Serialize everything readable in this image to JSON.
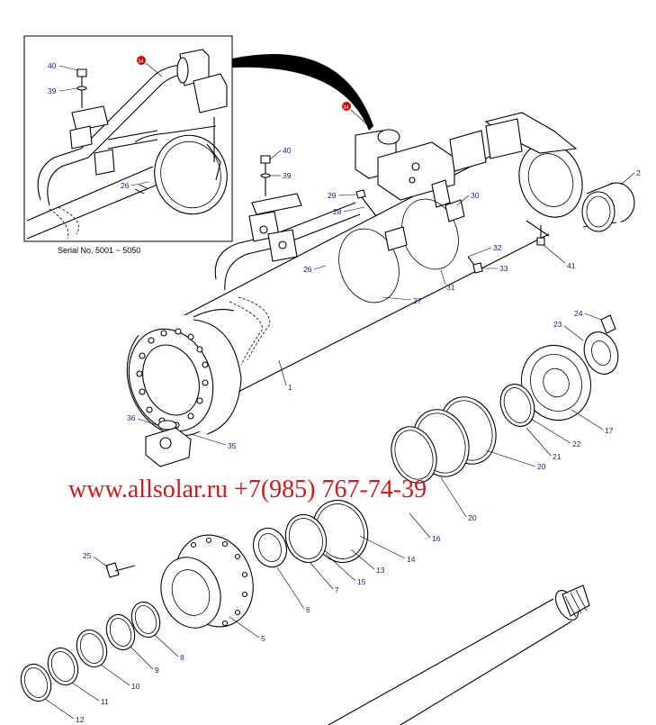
{
  "inset": {
    "caption": "Serial No. 5001 ~ 5050",
    "labels": {
      "l40": "40",
      "l39": "39",
      "l34": "34",
      "l26": "26"
    }
  },
  "main_labels": {
    "l34": "34",
    "l40": "40",
    "l39": "39",
    "l29": "29",
    "l28": "28",
    "l30": "30",
    "l2": "2",
    "l41": "41",
    "l32": "32",
    "l33": "33",
    "l26": "26",
    "l31": "31",
    "l27": "27",
    "l1": "1",
    "l24": "24",
    "l23": "23",
    "l36": "36",
    "l35": "35",
    "l17": "17",
    "l22": "22",
    "l21": "21",
    "l20a": "20",
    "l20b": "20",
    "l16": "16",
    "l14": "14",
    "l13": "13",
    "l15": "15",
    "l7": "7",
    "l6": "6",
    "l25": "25",
    "l5": "5",
    "l8": "8",
    "l9": "9",
    "l10": "10",
    "l11": "11",
    "l12": "12"
  },
  "watermark": "www.allsolar.ru +7(985) 767-74-39",
  "colors": {
    "label": "#1a1a8c",
    "callout": "#cc0000",
    "watermark": "#d11a1a",
    "line": "#000000"
  }
}
